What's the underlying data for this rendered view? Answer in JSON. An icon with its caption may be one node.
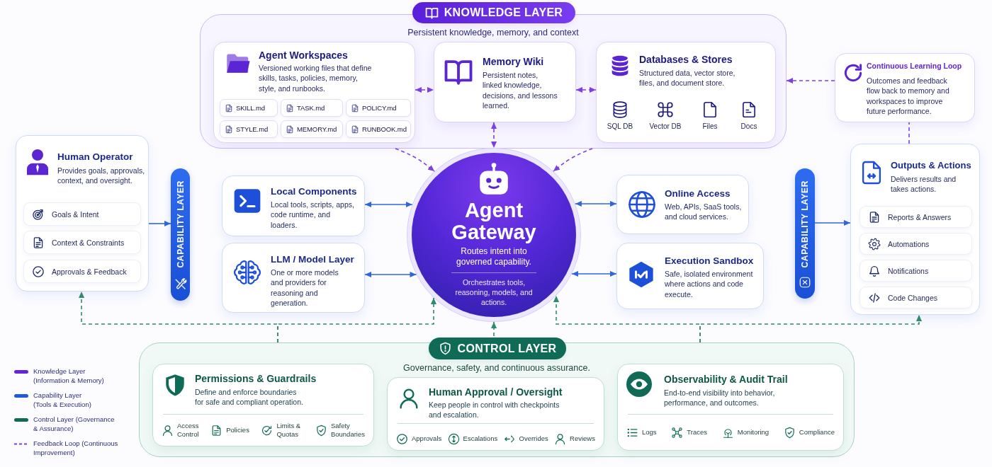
{
  "diagram": {
    "nodes": [
      {
        "text": [
          "KNOWLEDGE LAYER",
          "Persistent knowledge, memory, and context"
        ]
      },
      {
        "text": [
          "Agent Workspaces",
          "Versioned working files that define skills, tasks, policies, memory, style, and runbooks."
        ],
        "in": 0
      },
      {
        "text": [
          "SKILL.md"
        ],
        "in": 1
      },
      {
        "text": [
          "TASK.md"
        ],
        "in": 1
      },
      {
        "text": [
          "POLICY.md"
        ],
        "in": 1
      },
      {
        "text": [
          "STYLE.md"
        ],
        "in": 1
      },
      {
        "text": [
          "MEMORY.md"
        ],
        "in": 1
      },
      {
        "text": [
          "RUNBOOK.md"
        ],
        "in": 1
      },
      {
        "text": [
          "Memory Wiki",
          "Persistent notes, linked knowledge, decisions, and lessons learned."
        ],
        "in": 0
      },
      {
        "text": [
          "Databases & Stores",
          "Structured data, vector store, files, and document store.",
          "SQL DB",
          "Vector DB",
          "Files",
          "Docs"
        ],
        "in": 0
      },
      {
        "text": [
          "Continuous Learning Loop",
          "Outcomes and feedback flow back to memory and workspaces to improve future performance."
        ]
      },
      {
        "text": [
          "Human Operator",
          "Provides goals, approvals, context, and oversight."
        ]
      },
      {
        "text": [
          "Goals & Intent"
        ],
        "in": 11
      },
      {
        "text": [
          "Context & Constraints"
        ],
        "in": 11
      },
      {
        "text": [
          "Approvals & Feedback"
        ],
        "in": 11
      },
      {
        "text": [
          "CAPABILITY LAYER"
        ]
      },
      {
        "text": [
          "Local Components",
          "Local tools, scripts, apps, code runtime, and loaders."
        ]
      },
      {
        "text": [
          "LLM / Model Layer",
          "One or more models and providers for reasoning and generation."
        ]
      },
      {
        "text": [
          "Agent Gateway",
          "Routes intent into governed capability.",
          "Orchestrates tools, reasoning, models, and actions."
        ]
      },
      {
        "text": [
          "Online Access",
          "Web, APIs, SaaS tools, and cloud services."
        ]
      },
      {
        "text": [
          "Execution Sandbox",
          "Safe, isolated environment where actions and code execute."
        ]
      },
      {
        "text": [
          "CAPABILITY LAYER"
        ]
      },
      {
        "text": [
          "Outputs & Actions",
          "Delivers results and takes actions."
        ]
      },
      {
        "text": [
          "Reports & Answers"
        ],
        "in": 22
      },
      {
        "text": [
          "Automations"
        ],
        "in": 22
      },
      {
        "text": [
          "Notifications"
        ],
        "in": 22
      },
      {
        "text": [
          "Code Changes"
        ],
        "in": 22
      },
      {
        "text": [
          "CONTROL LAYER",
          "Governance, safety, and continuous assurance."
        ]
      },
      {
        "text": [
          "Permissions & Guardrails",
          "Define and enforce boundaries for safe and compliant operation.",
          "Access Control",
          "Policies",
          "Limits & Quotas",
          "Safety Boundaries"
        ],
        "in": 27
      },
      {
        "text": [
          "Human Approval / Oversight",
          "Keep people in control with checkpoints and escalation.",
          "Approvals",
          "Escalations",
          "Overrides",
          "Reviews"
        ],
        "in": 27
      },
      {
        "text": [
          "Observability & Audit Trail",
          "End-to-end visibility into behavior, performance, and outcomes.",
          "Logs",
          "Traces",
          "Monitoring",
          "Compliance"
        ],
        "in": 27
      }
    ],
    "edges": [
      {
        "from": 1,
        "to": 8,
        "arrow": "both",
        "style": "dashed"
      },
      {
        "from": 8,
        "to": 9,
        "arrow": "both",
        "style": "dashed"
      },
      {
        "from": 8,
        "to": 18,
        "arrow": "both",
        "style": "dashed"
      },
      {
        "from": 0,
        "to": 18,
        "arrow": "to",
        "style": "dashed"
      },
      {
        "from": 0,
        "to": 18,
        "arrow": "to",
        "style": "dashed"
      },
      {
        "from": 10,
        "to": 0,
        "arrow": "to",
        "style": "dashed"
      },
      {
        "from": 22,
        "to": 10,
        "arrow": "none",
        "style": "dashed"
      },
      {
        "from": 11,
        "to": 15,
        "arrow": "to",
        "color": "#2f66dc"
      },
      {
        "from": 16,
        "to": 18,
        "arrow": "both",
        "color": "#2f66dc"
      },
      {
        "from": 17,
        "to": 18,
        "arrow": "both",
        "color": "#2f66dc"
      },
      {
        "from": 18,
        "to": 19,
        "arrow": "both",
        "color": "#2f66dc"
      },
      {
        "from": 18,
        "to": 20,
        "arrow": "both",
        "color": "#2f66dc"
      },
      {
        "from": 21,
        "to": 22,
        "arrow": "to",
        "color": "#2f66dc"
      },
      {
        "from": 27,
        "to": 11,
        "arrow": "to",
        "style": "dashed",
        "color": "#2e8b6e"
      },
      {
        "from": 27,
        "to": 18,
        "arrow": "to",
        "style": "dashed",
        "color": "#2e8b6e"
      },
      {
        "from": 27,
        "to": 18,
        "arrow": "to",
        "style": "dashed",
        "color": "#2e8b6e"
      },
      {
        "from": 27,
        "to": 18,
        "arrow": "to",
        "style": "dashed",
        "color": "#2e8b6e"
      },
      {
        "from": 27,
        "to": 22,
        "arrow": "to",
        "style": "dashed",
        "color": "#2e8b6e"
      }
    ],
    "legend": [
      {
        "text": "Knowledge Layer (Information & Memory)",
        "color": "#6227dc"
      },
      {
        "text": "Capability Layer (Tools & Execution)",
        "color": "#1f5ad9"
      },
      {
        "text": "Control Layer (Governance & Assurance)",
        "color": "#0f6b55"
      },
      {
        "text": "Feedback Loop (Continuous Improvement)"
      }
    ]
  }
}
